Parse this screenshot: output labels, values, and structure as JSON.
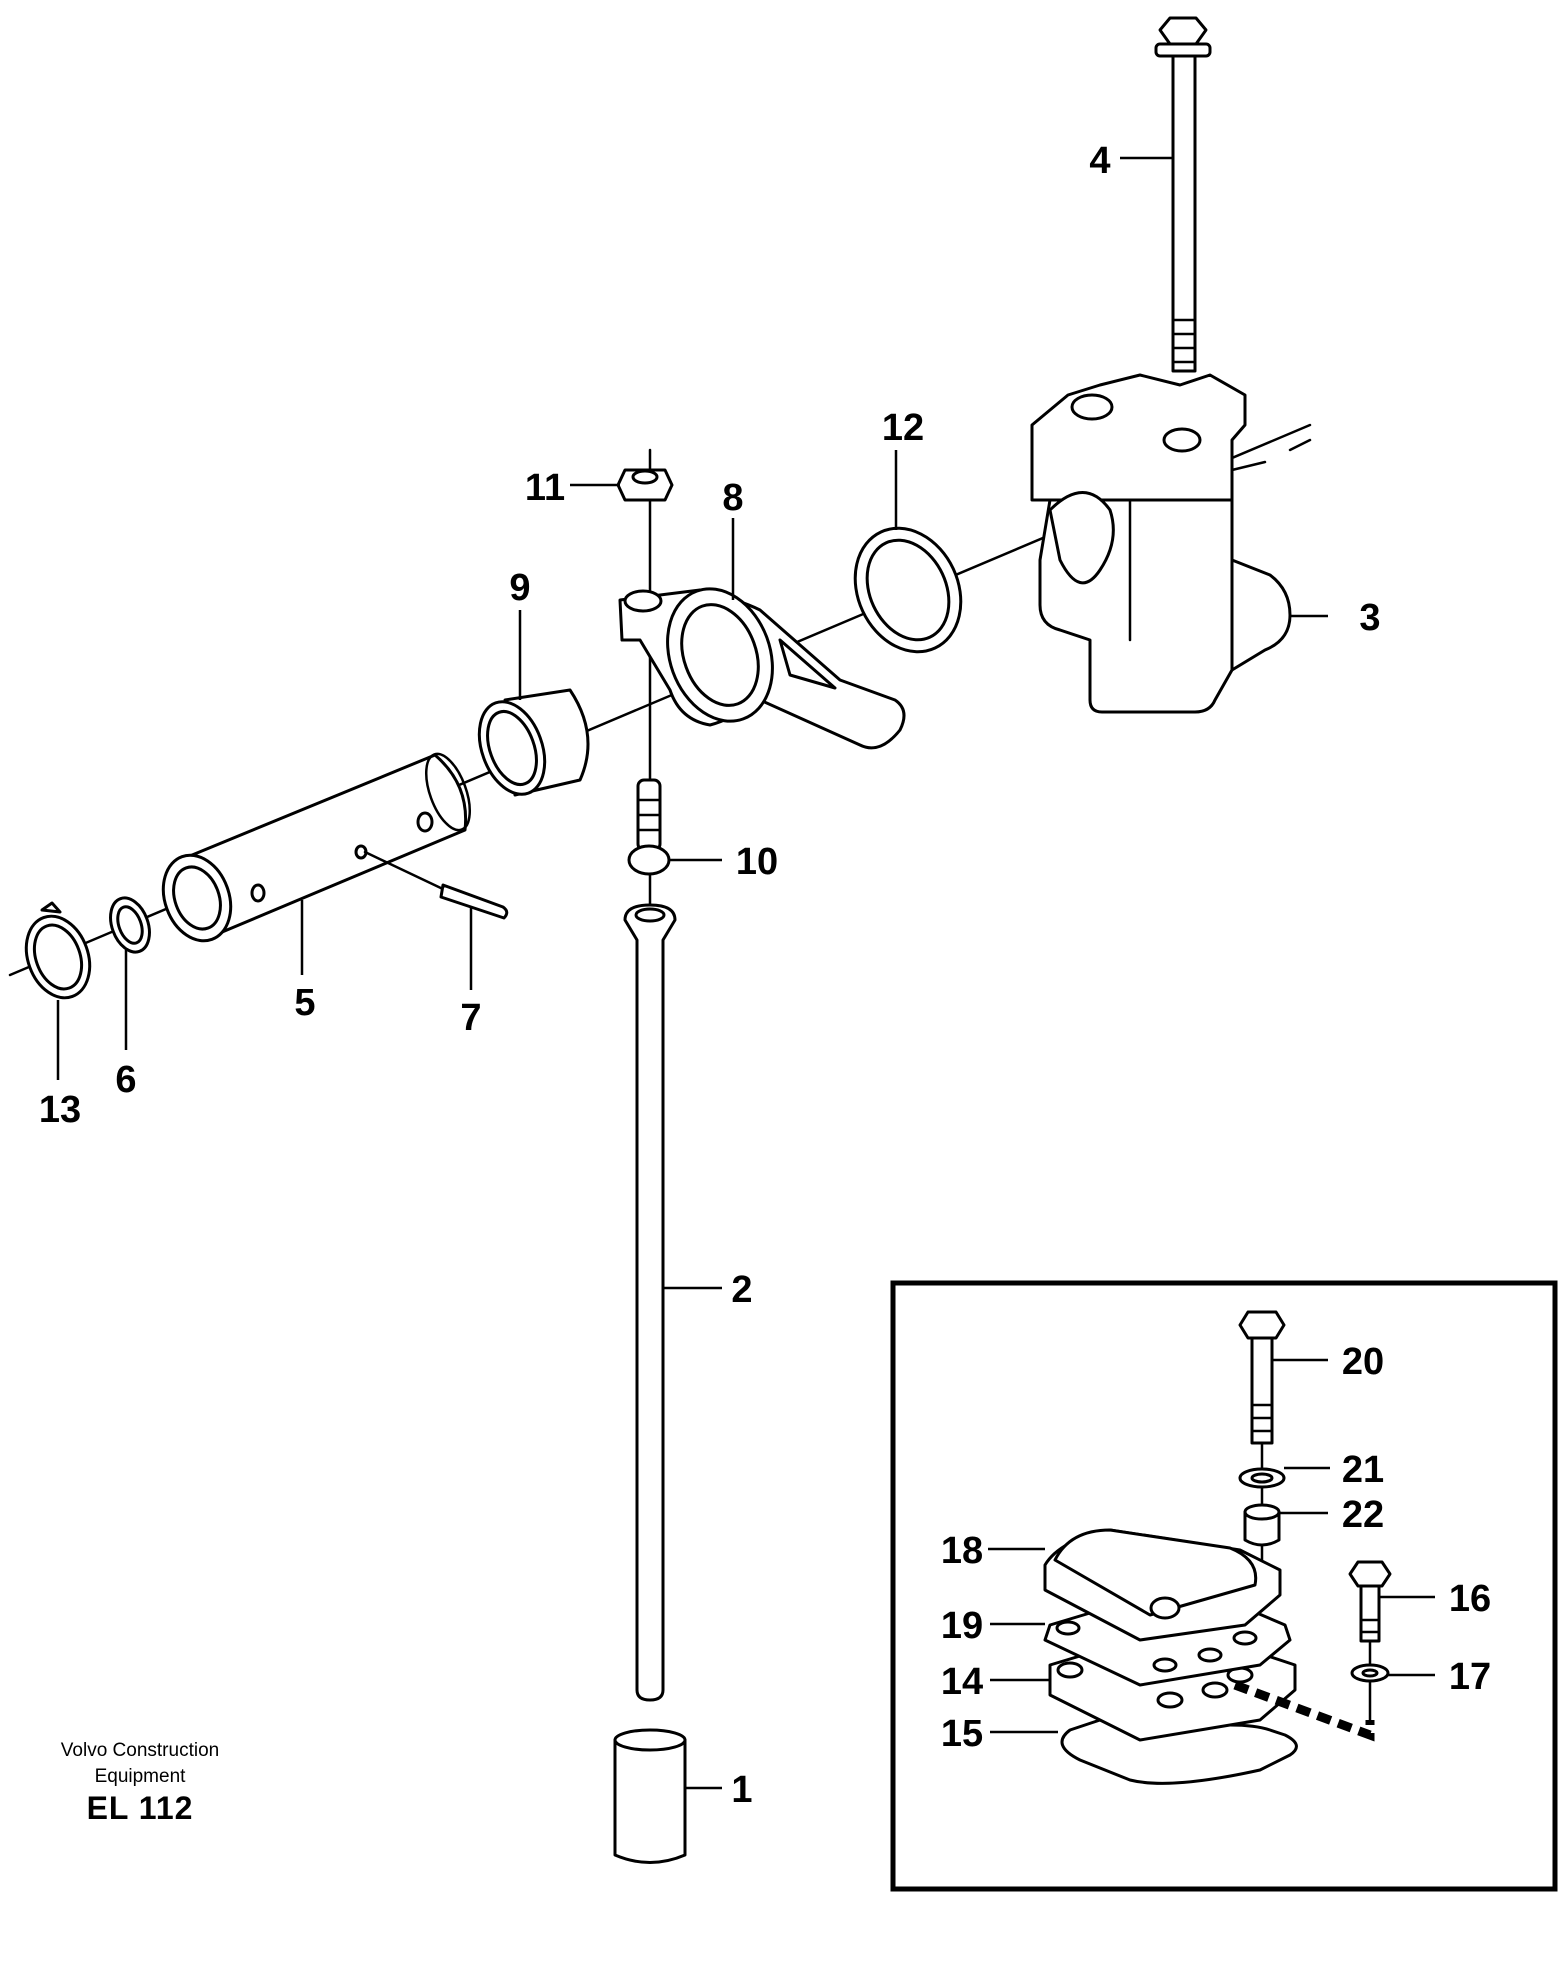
{
  "callouts": {
    "c1": "1",
    "c2": "2",
    "c3": "3",
    "c4": "4",
    "c5": "5",
    "c6": "6",
    "c7": "7",
    "c8": "8",
    "c9": "9",
    "c10": "10",
    "c11": "11",
    "c12": "12",
    "c13": "13",
    "c14": "14",
    "c15": "15",
    "c16": "16",
    "c17": "17",
    "c18": "18",
    "c19": "19",
    "c20": "20",
    "c21": "21",
    "c22": "22"
  },
  "footer": {
    "company_line1": "Volvo Construction",
    "company_line2": "Equipment",
    "drawing_code": "EL 112"
  }
}
